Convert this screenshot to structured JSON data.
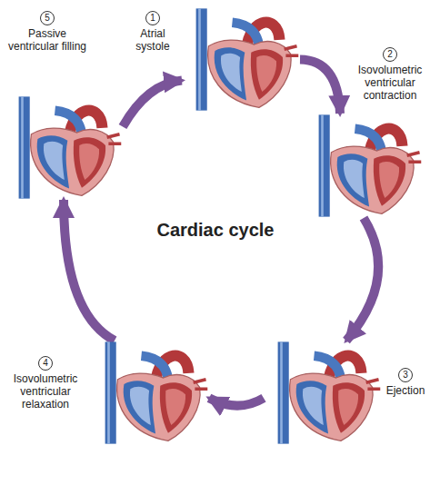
{
  "diagram": {
    "title": "Cardiac cycle",
    "nodes": [
      {
        "text": [
          "1",
          "Atrial systole"
        ]
      },
      {
        "text": [
          "2",
          "Isovolumetric ventricular contraction"
        ]
      },
      {
        "text": [
          "3",
          "Ejection"
        ]
      },
      {
        "text": [
          "4",
          "Isovolumetric ventricular relaxation"
        ]
      },
      {
        "text": [
          "5",
          "Passive ventricular filling"
        ]
      }
    ],
    "edges": [
      {
        "from": 0,
        "to": 1,
        "arrow": "to"
      },
      {
        "from": 1,
        "to": 2,
        "arrow": "to"
      },
      {
        "from": 2,
        "to": 3,
        "arrow": "to"
      },
      {
        "from": 3,
        "to": 4,
        "arrow": "to"
      },
      {
        "from": 4,
        "to": 0,
        "arrow": "to"
      }
    ]
  }
}
